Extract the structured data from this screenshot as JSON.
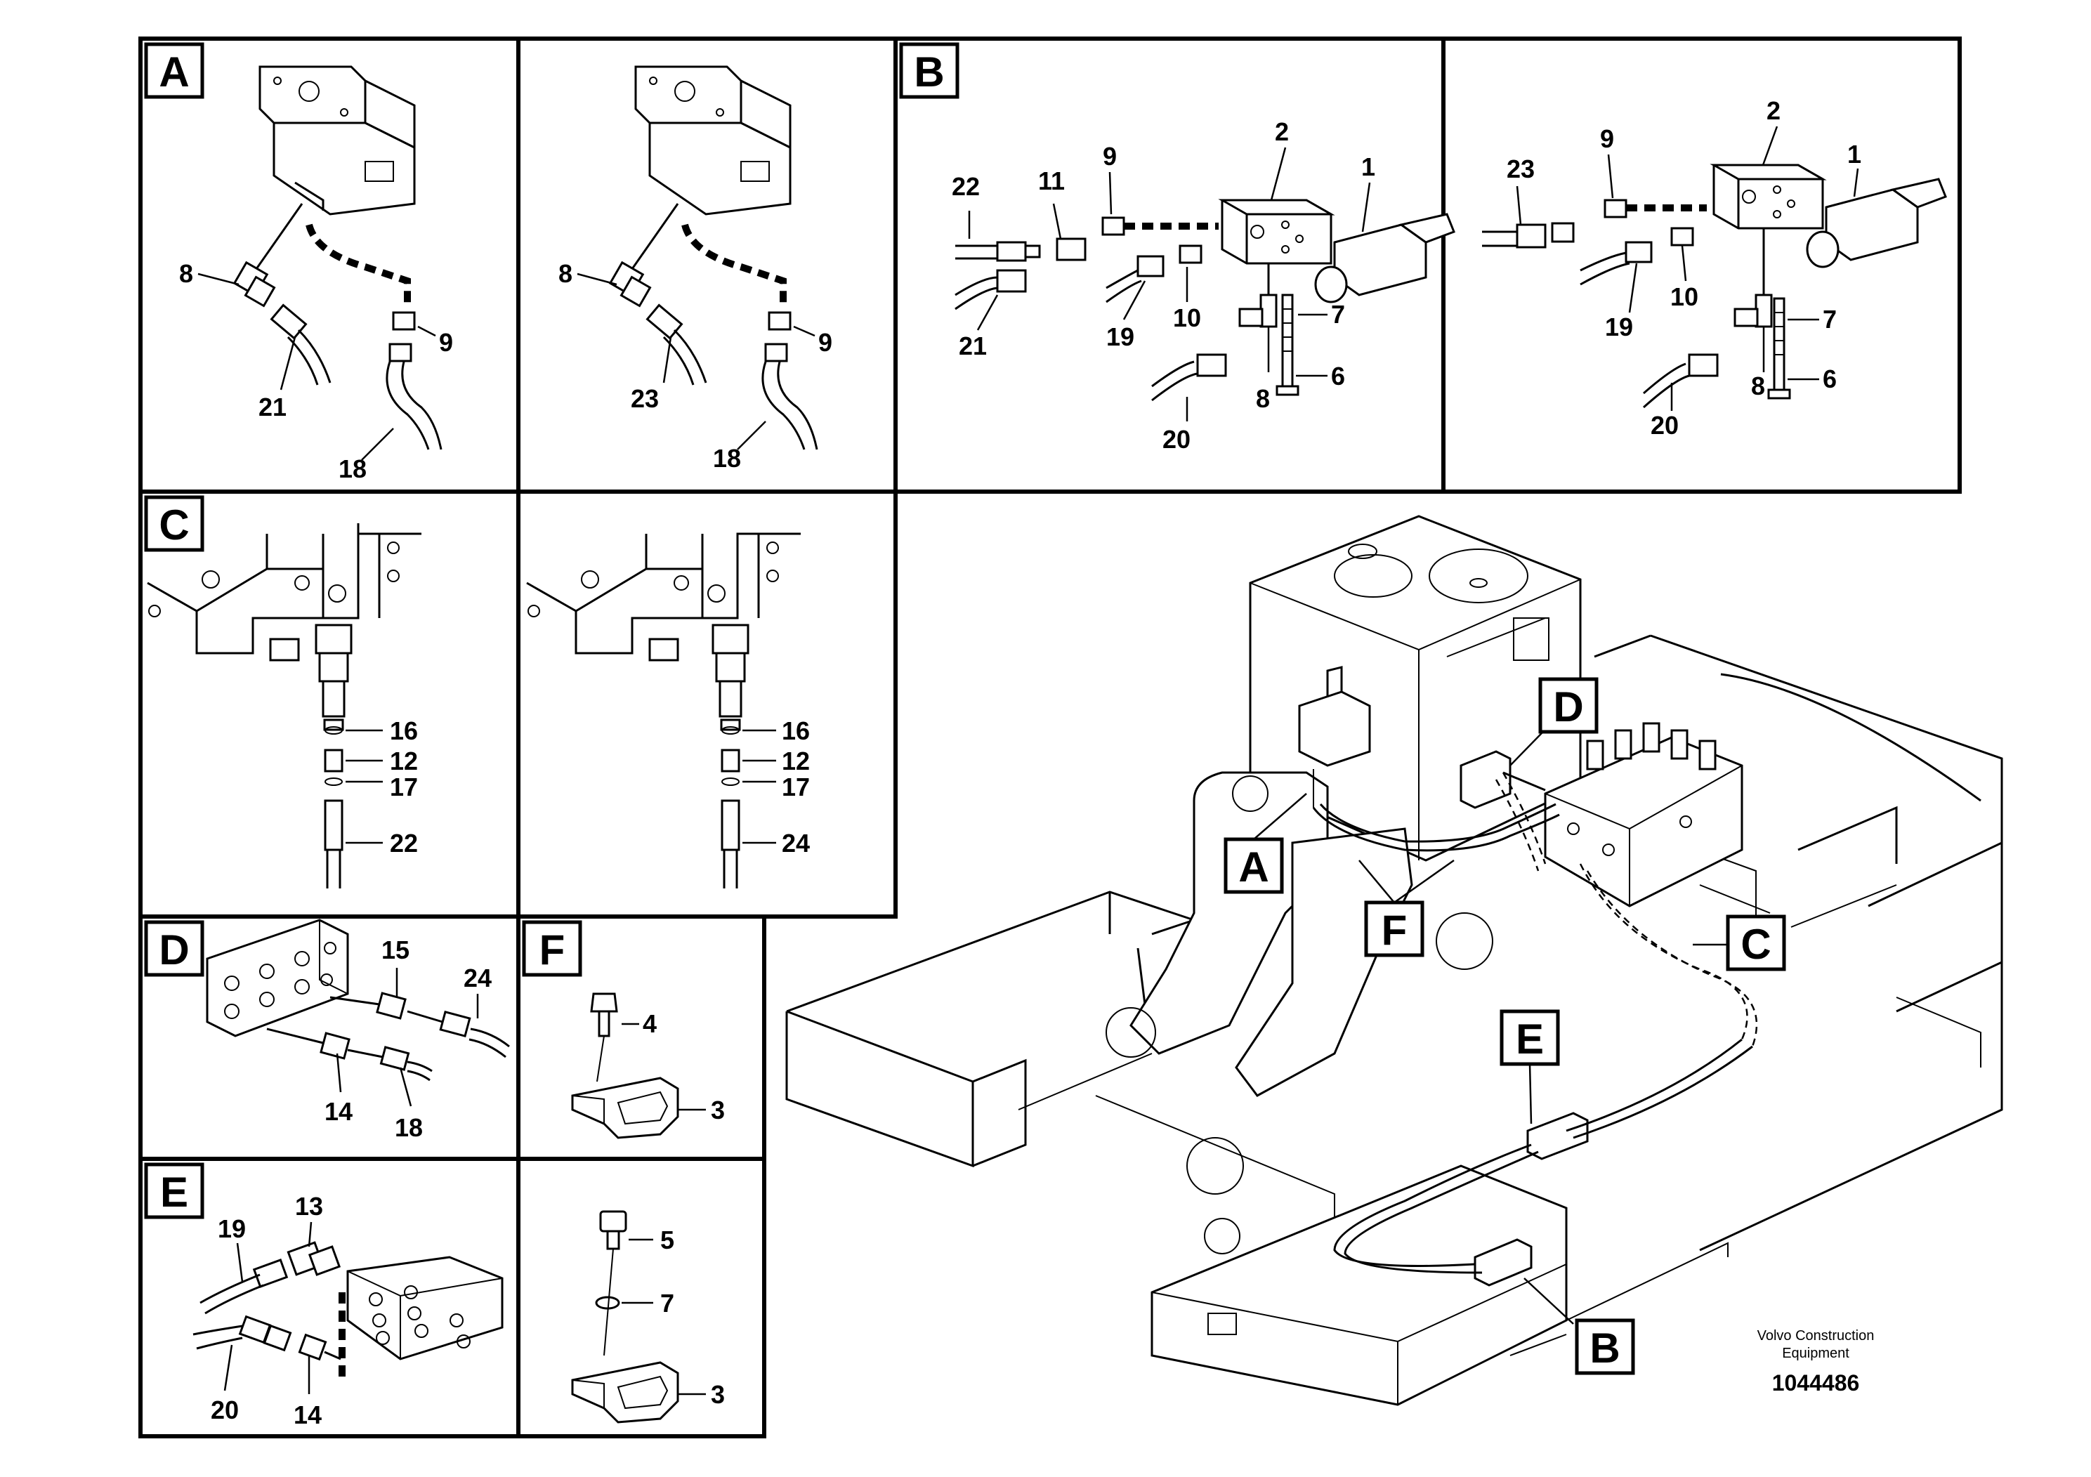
{
  "panels": {
    "A": "A",
    "B": "B",
    "C": "C",
    "D": "D",
    "E": "E",
    "F": "F"
  },
  "labels": {
    "a1": [
      "8",
      "9",
      "21",
      "18"
    ],
    "a2": [
      "8",
      "9",
      "23",
      "18"
    ],
    "b1": [
      "22",
      "11",
      "9",
      "2",
      "1",
      "21",
      "19",
      "10",
      "7",
      "8",
      "6",
      "20"
    ],
    "b2": [
      "23",
      "9",
      "2",
      "1",
      "19",
      "10",
      "7",
      "8",
      "6",
      "20"
    ],
    "c1": [
      "16",
      "12",
      "17",
      "22"
    ],
    "c2": [
      "16",
      "12",
      "17",
      "24"
    ],
    "d": [
      "15",
      "24",
      "14",
      "18"
    ],
    "f1": [
      "4",
      "3"
    ],
    "e": [
      "13",
      "19",
      "20",
      "14"
    ],
    "f2": [
      "5",
      "7",
      "3"
    ]
  },
  "callouts": [
    "D",
    "A",
    "F",
    "C",
    "E",
    "B"
  ],
  "credit": {
    "line1": "Volvo Construction",
    "line2": "Equipment",
    "doc_number": "1044486"
  }
}
